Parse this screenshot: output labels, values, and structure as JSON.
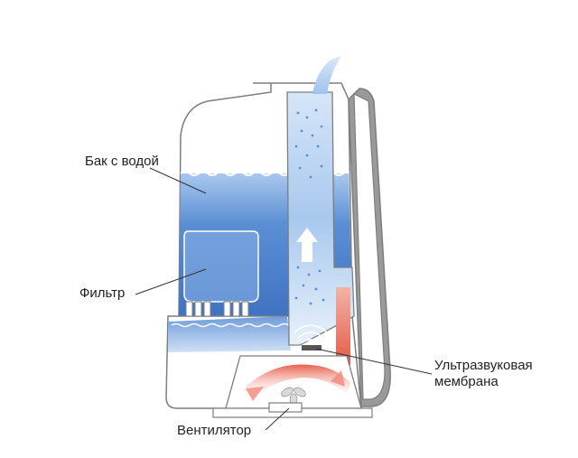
{
  "labels": {
    "water_tank": "Бак с водой",
    "filter": "Фильтр",
    "membrane_line1": "Ультразвуковая",
    "membrane_line2": "мембрана",
    "fan": "Вентилятор"
  },
  "colors": {
    "water": "#4f86cf",
    "water_light": "#8fb6e6",
    "mist_column": "#b7d2f0",
    "warm_air": "#e8604c",
    "outline": "#7d7d7d",
    "body": "#ffffff",
    "back_panel": "#9a9a9a"
  },
  "icons": {
    "up_arrow": "arrow-up-icon",
    "fan": "fan-icon",
    "membrane": "ultrasonic-waves-icon"
  }
}
